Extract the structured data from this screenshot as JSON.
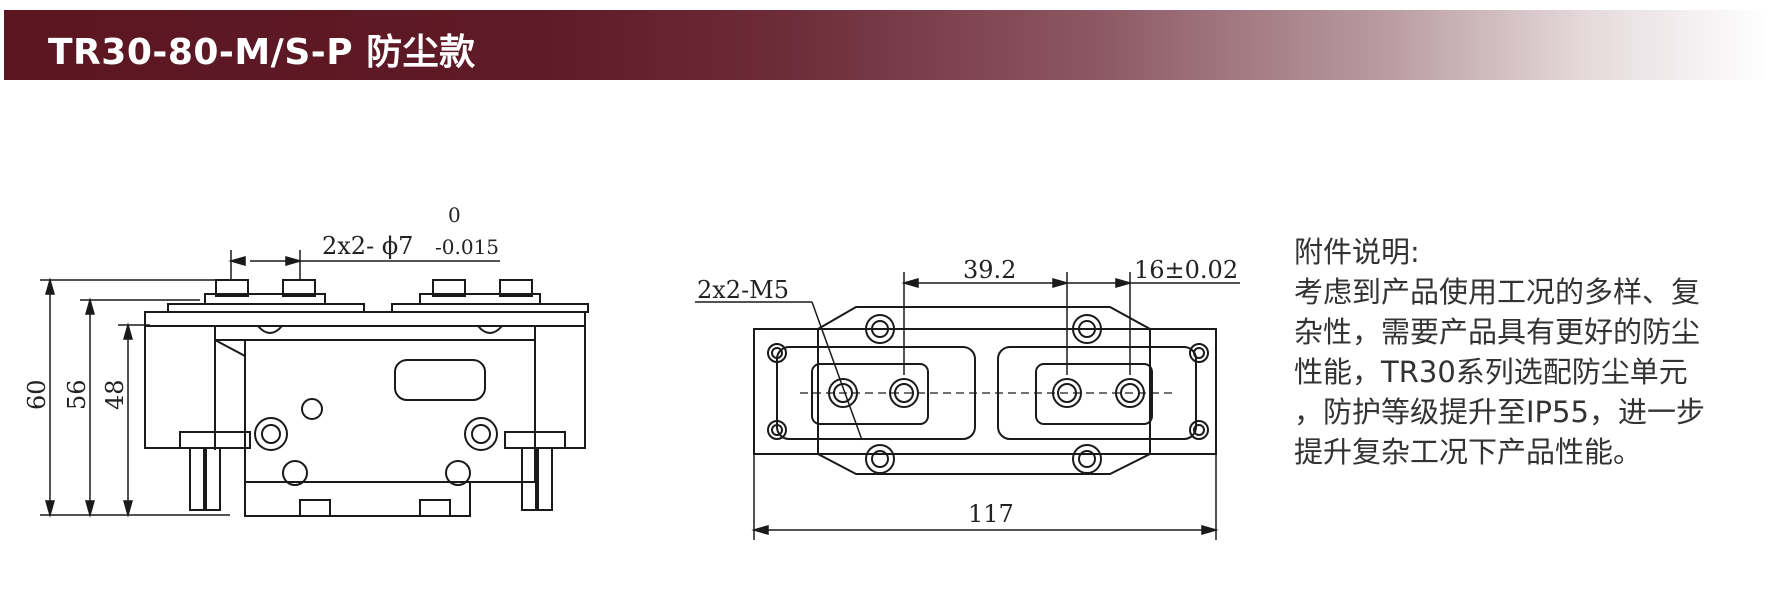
{
  "header": {
    "title": "TR30-80-M/S-P 防尘款",
    "colors": {
      "start": "#5b1622",
      "end": "#ffffff"
    }
  },
  "side_view": {
    "dim_60": "60",
    "dim_56": "56",
    "dim_48": "48",
    "dim_pin": "2x2- ϕ7",
    "tol_upper": "0",
    "tol_lower": "-0.015"
  },
  "top_view": {
    "dim_39_2": "39.2",
    "dim_16": "16±0.02",
    "dim_m5": "2x2-M5",
    "dim_117": "117"
  },
  "notes": {
    "lines": [
      "附件说明:",
      "考虑到产品使用工况的多样、复",
      "杂性，需要产品具有更好的防尘",
      "性能，TR30系列选配防尘单元",
      "，防护等级提升至IP55，进一步",
      "提升复杂工况下产品性能。"
    ]
  }
}
